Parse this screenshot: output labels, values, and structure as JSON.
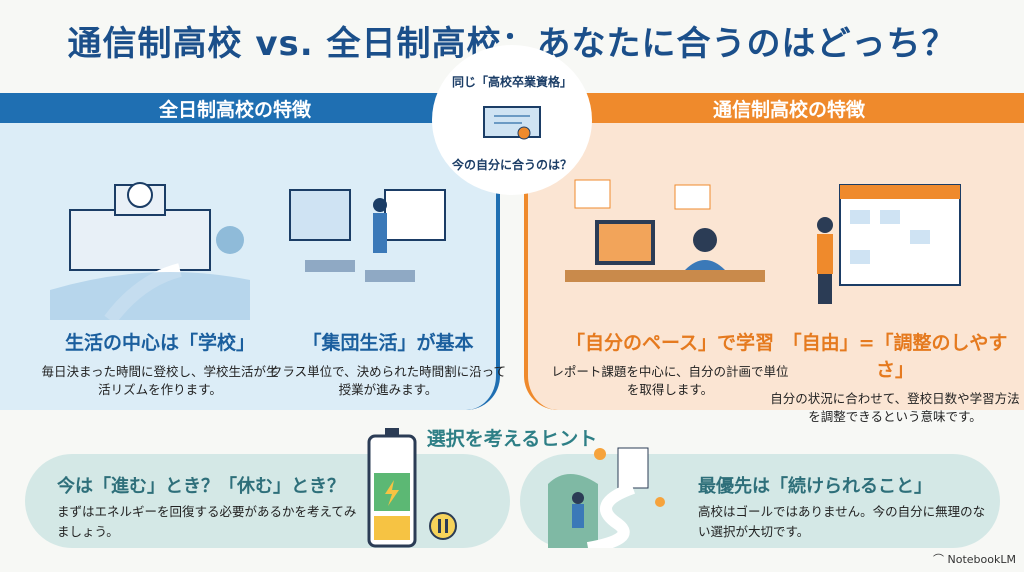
{
  "title": "通信制高校 vs. 全日制高校：あなたに合うのはどっち？",
  "left_banner": "全日制高校の特徴",
  "right_banner": "通信制高校の特徴",
  "center": {
    "top": "同じ「高校卒業資格」",
    "bottom": "今の自分に合うのは？"
  },
  "features": [
    {
      "title": "生活の中心は「学校」",
      "text": "毎日決まった時間に登校し、学校生活が生活リズムを作ります。"
    },
    {
      "title": "「集団生活」が基本",
      "text": "クラス単位で、決められた時間割に沿って授業が進みます。"
    },
    {
      "title": "「自分のペース」で学習",
      "text": "レポート課題を中心に、自分の計画で単位を取得します。"
    },
    {
      "title": "「自由」=「調整のしやすさ」",
      "text": "自分の状況に合わせて、登校日数や学習方法を調整できるという意味です。"
    }
  ],
  "hints": {
    "title": "選択を考えるヒント",
    "cards": [
      {
        "title": "今は「進む」とき？「休む」とき？",
        "text": "まずはエネルギーを回復する必要があるかを考えてみましょう。"
      },
      {
        "title": "最優先は「続けられること」",
        "text": "高校はゴールではありません。今の自分に無理のない選択が大切です。"
      }
    ]
  },
  "brand": "NotebookLM",
  "colors": {
    "blue": "#1f6fb2",
    "orange": "#ef8a2c",
    "teal": "#2e7f86"
  }
}
